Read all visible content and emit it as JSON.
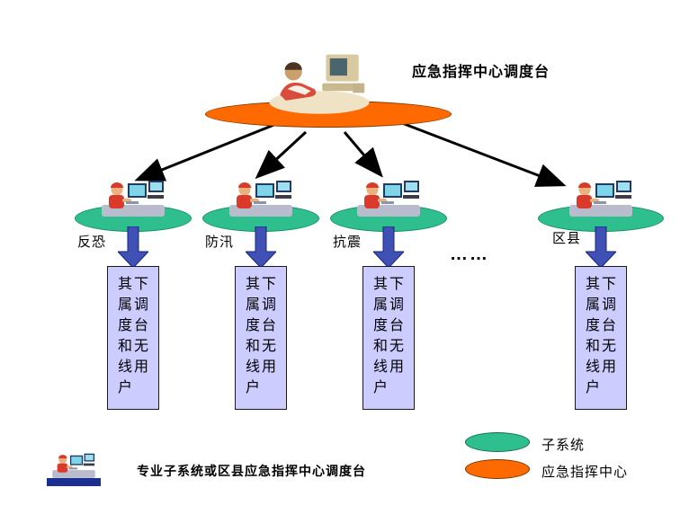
{
  "title": "应急指挥中心调度台",
  "ellipsis": "……",
  "subsystems": [
    {
      "label": "反恐",
      "box": "其下属调度台和无线用户"
    },
    {
      "label": "防汛",
      "box": "其下属调度台和无线用户"
    },
    {
      "label": "抗震",
      "box": "其下属调度台和无线用户"
    },
    {
      "label": "区县",
      "box": "其下属调度台和无线用户"
    }
  ],
  "footer": {
    "caption": "专业子系统或区县应急指挥中心调度台"
  },
  "legend": {
    "items": [
      {
        "label": "子系统",
        "color": "#2fbf8f"
      },
      {
        "label": "应急指挥中心",
        "color": "#ff6a00"
      }
    ]
  },
  "colors": {
    "hub_ellipse": "#ff6a00",
    "subsystem_ellipse": "#2fbf8f",
    "subordinate_box_fill": "#ccccff",
    "down_arrow_fill": "#3f51b5",
    "link_arrow": "#000000"
  },
  "icons": {
    "hub_clipart": "dispatcher-workstation-clipart",
    "subsystem_clipart": "operator-workstation-clipart",
    "footer_clipart": "operator-workstation-clipart"
  }
}
